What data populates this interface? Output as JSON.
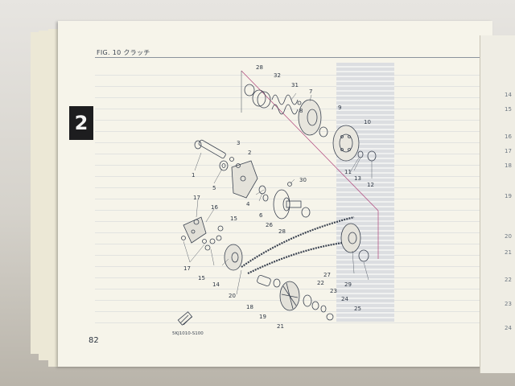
{
  "page": {
    "section_tab": "2",
    "figure_title": "FIG. 10 クラッチ",
    "page_number": "82",
    "reference_code": "5KJ1010-S100"
  },
  "diagram": {
    "callouts": [
      {
        "id": "1",
        "label": "1"
      },
      {
        "id": "2",
        "label": "2"
      },
      {
        "id": "3",
        "label": "3"
      },
      {
        "id": "4",
        "label": "4"
      },
      {
        "id": "5",
        "label": "5"
      },
      {
        "id": "6",
        "label": "6"
      },
      {
        "id": "7",
        "label": "7"
      },
      {
        "id": "8",
        "label": "8"
      },
      {
        "id": "9",
        "label": "9"
      },
      {
        "id": "10",
        "label": "10"
      },
      {
        "id": "11",
        "label": "11"
      },
      {
        "id": "12",
        "label": "12"
      },
      {
        "id": "13",
        "label": "13"
      },
      {
        "id": "14",
        "label": "14"
      },
      {
        "id": "15a",
        "label": "15"
      },
      {
        "id": "15b",
        "label": "15"
      },
      {
        "id": "16",
        "label": "16"
      },
      {
        "id": "17a",
        "label": "17"
      },
      {
        "id": "17b",
        "label": "17"
      },
      {
        "id": "18",
        "label": "18"
      },
      {
        "id": "19",
        "label": "19"
      },
      {
        "id": "20",
        "label": "20"
      },
      {
        "id": "21",
        "label": "21"
      },
      {
        "id": "22",
        "label": "22"
      },
      {
        "id": "23",
        "label": "23"
      },
      {
        "id": "24",
        "label": "24"
      },
      {
        "id": "25",
        "label": "25"
      },
      {
        "id": "26",
        "label": "26"
      },
      {
        "id": "27",
        "label": "27"
      },
      {
        "id": "28a",
        "label": "28"
      },
      {
        "id": "28b",
        "label": "28"
      },
      {
        "id": "29",
        "label": "29"
      },
      {
        "id": "30",
        "label": "30"
      },
      {
        "id": "31",
        "label": "31"
      },
      {
        "id": "32",
        "label": "32"
      }
    ]
  },
  "right_page": {
    "numbers": [
      "14",
      "15",
      "16",
      "17",
      "18",
      "19",
      "20",
      "21",
      "22",
      "23",
      "24"
    ]
  },
  "colors": {
    "paper": "#f6f4ea",
    "ink": "#2d3644",
    "tab": "#1d1d1f",
    "accent_line": "#b0437a"
  }
}
